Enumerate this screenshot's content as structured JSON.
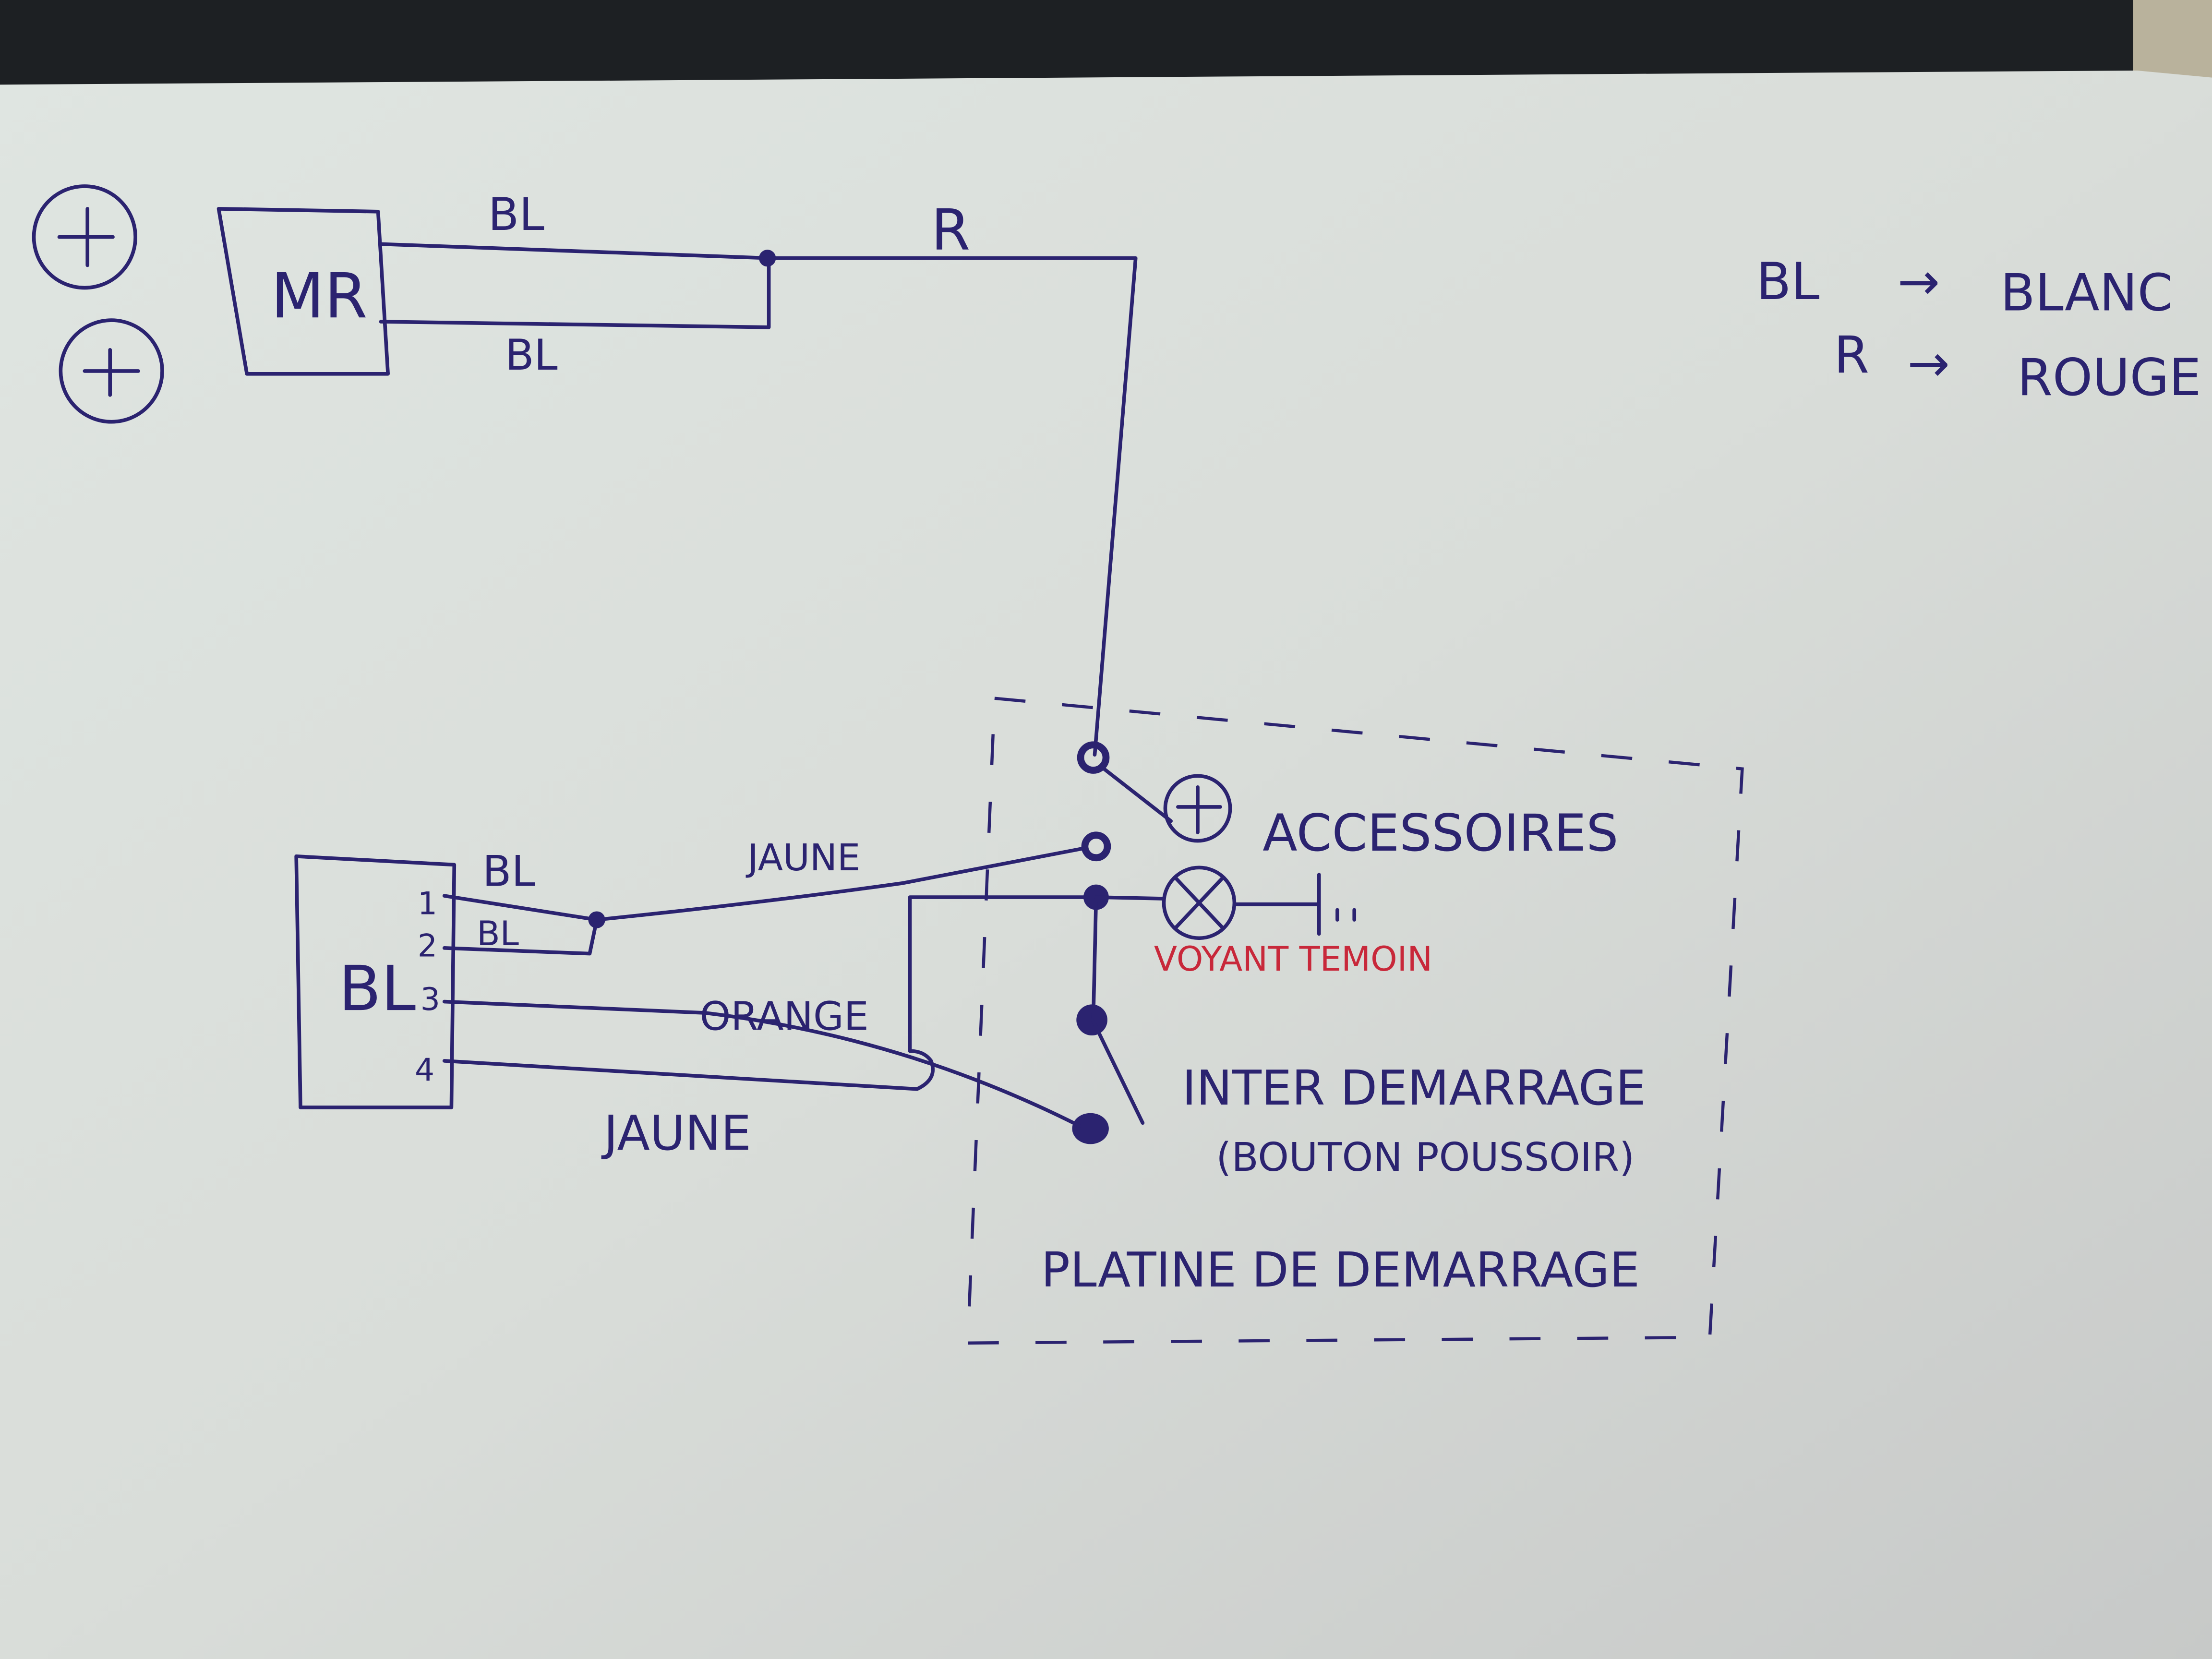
{
  "motor": {
    "label": "MR",
    "wire_top": "BL",
    "wire_bottom": "BL",
    "supply_wire": "R"
  },
  "legend": [
    {
      "code": "BL",
      "arrow": "→",
      "meaning": "BLANC"
    },
    {
      "code": "R",
      "arrow": "→",
      "meaning": "ROUGE"
    }
  ],
  "block": {
    "label": "BL",
    "pins": [
      "1",
      "2",
      "3",
      "4"
    ]
  },
  "wires": {
    "pin1": "BL",
    "pin2": "BL",
    "jaune_top": "JAUNE",
    "orange": "ORANGE",
    "jaune_bottom": "JAUNE"
  },
  "board": {
    "accessories": "ACCESSOIRES",
    "lamp": "VOYANT TEMOIN",
    "switch": "INTER DEMARRAGE",
    "switch_note": "(BOUTON POUSSOIR)",
    "title": "PLATINE DE DEMARRAGE"
  },
  "colors": {
    "ink": "#2b2370",
    "red_ink": "#c8283a",
    "paper": "#dde2dd"
  }
}
